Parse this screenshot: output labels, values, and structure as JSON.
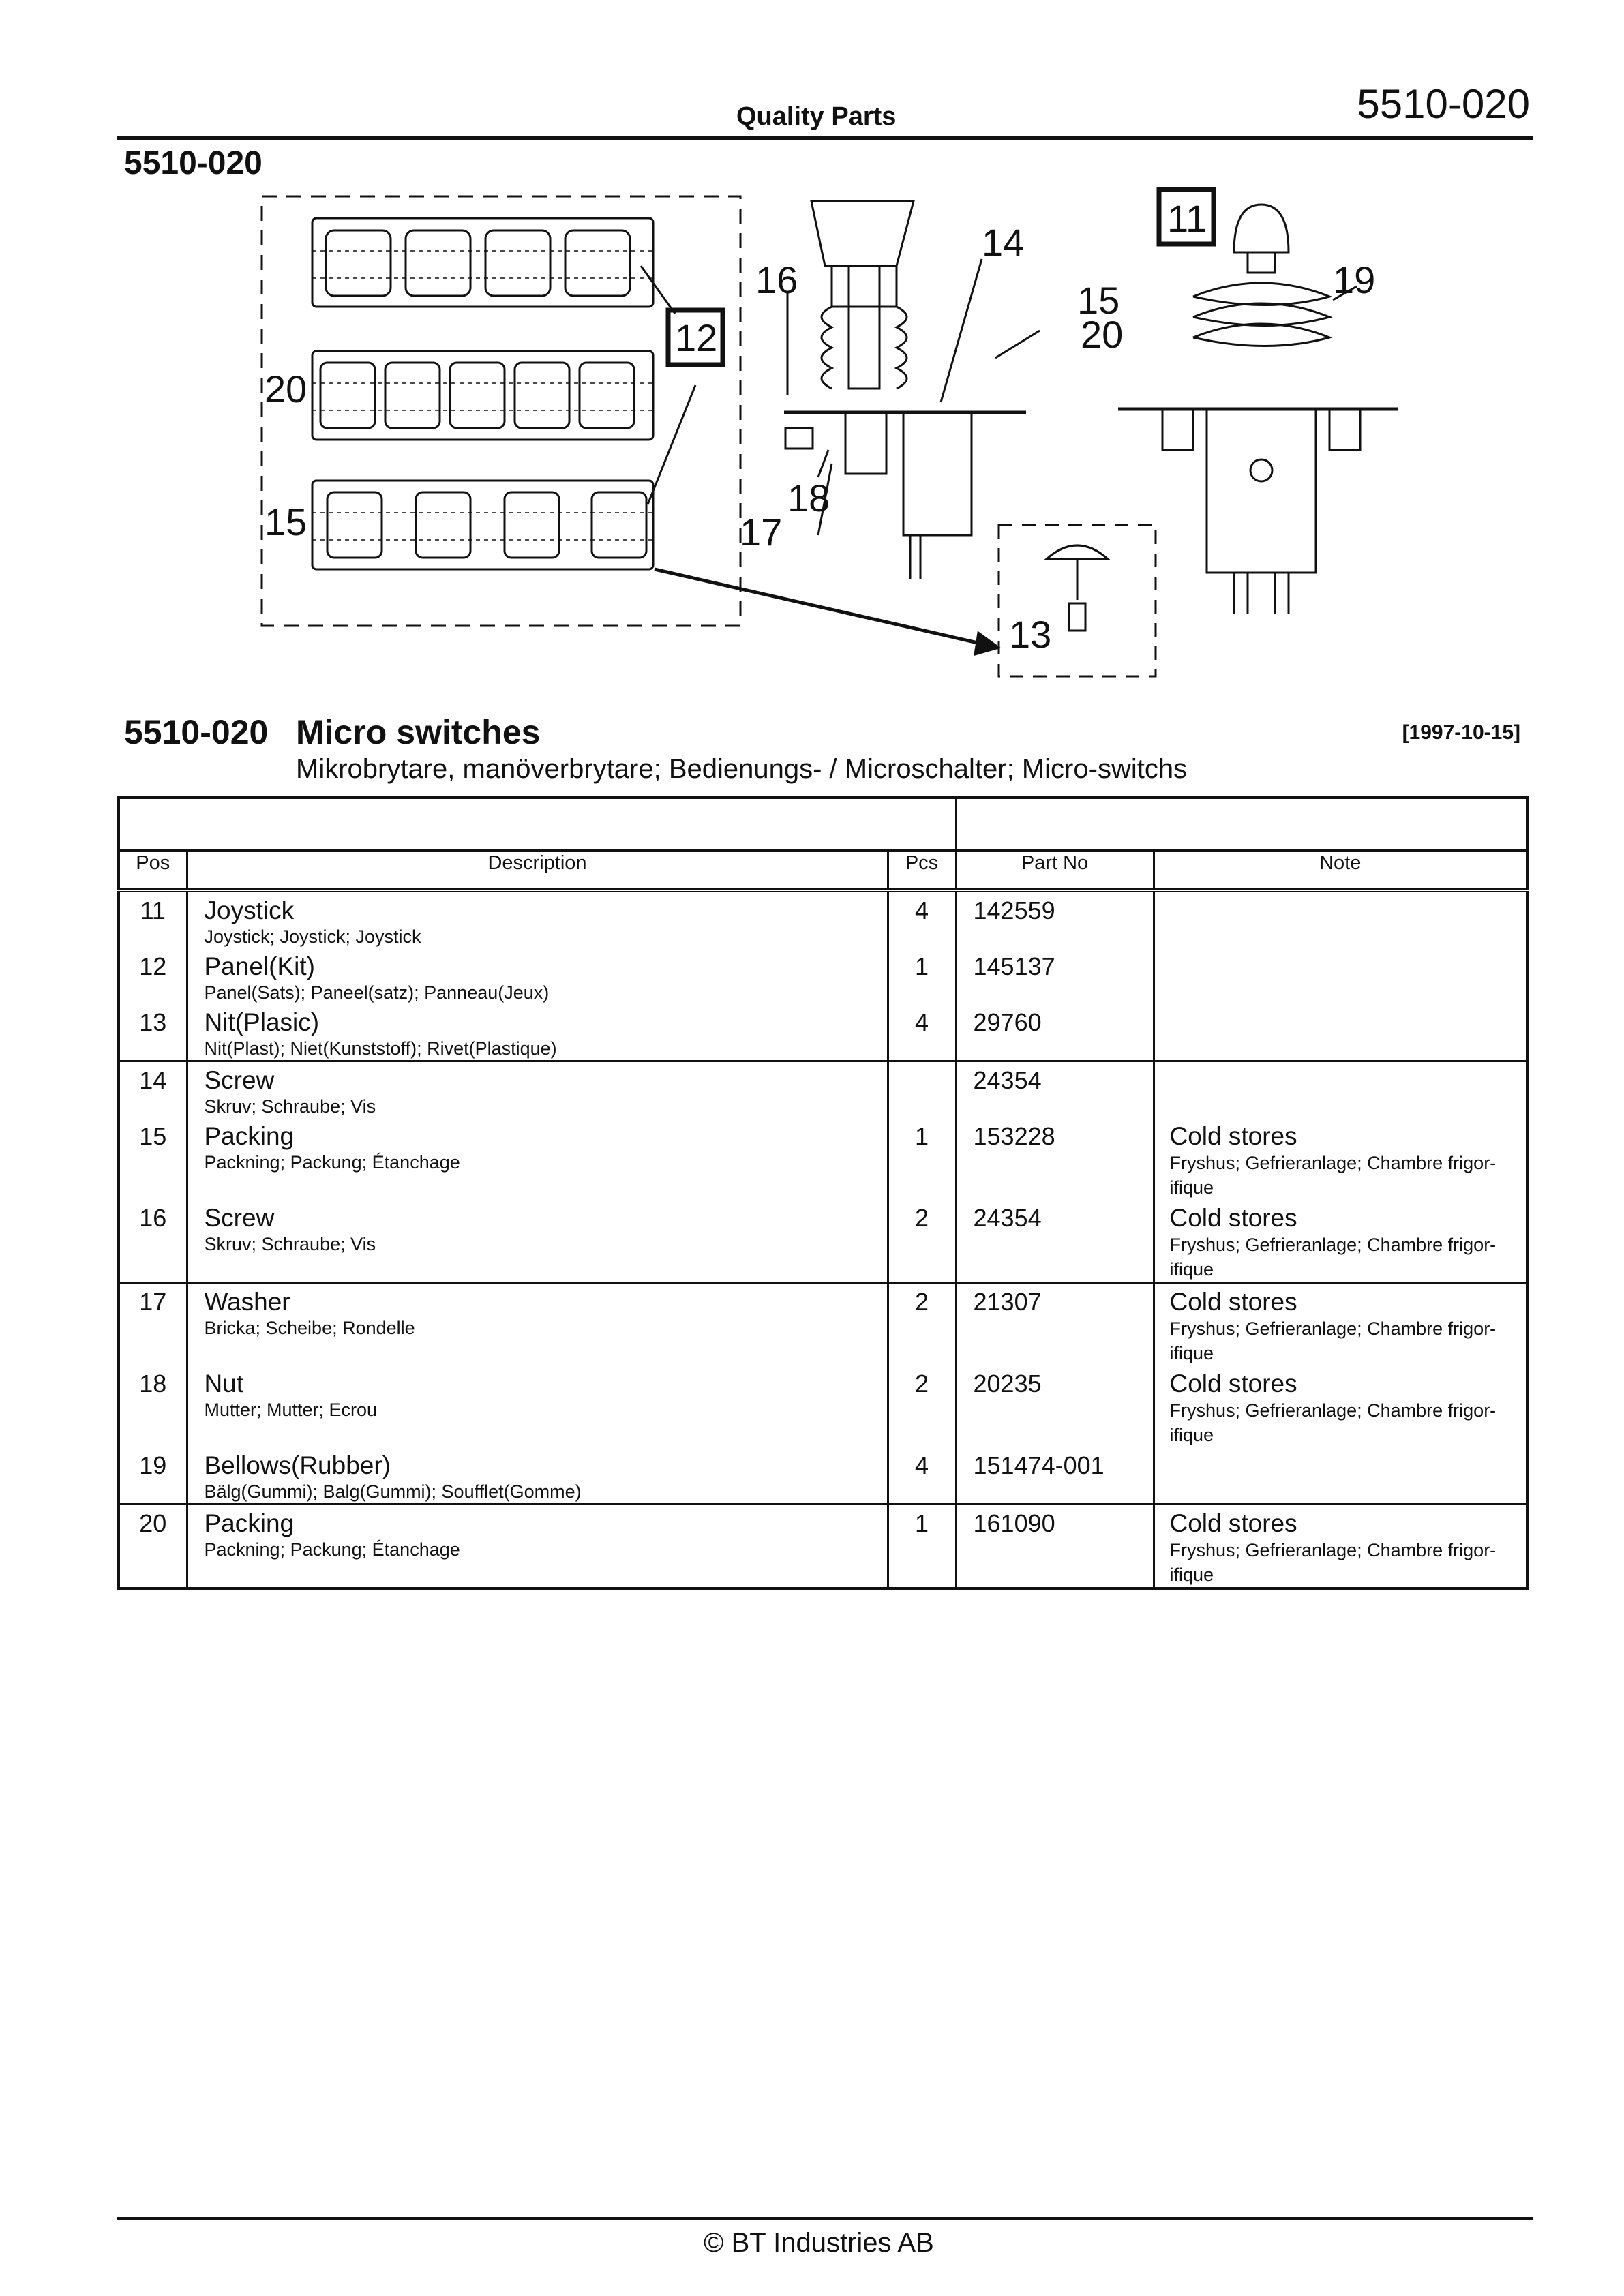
{
  "header": {
    "center_title": "Quality Parts",
    "page_code_right": "5510-020",
    "page_code_left": "5510-020"
  },
  "diagram": {
    "callouts": [
      "11",
      "12",
      "13",
      "14",
      "15",
      "16",
      "17",
      "18",
      "19",
      "20",
      "20",
      "15"
    ]
  },
  "section": {
    "code": "5510-020",
    "title": "Micro switches",
    "date": "[1997-10-15]",
    "subtitle": "Mikrobrytare, manöverbrytare; Bedienungs- / Microschalter; Micro-switchs"
  },
  "table": {
    "headers": {
      "pos": "Pos",
      "description": "Description",
      "pcs": "Pcs",
      "part_no": "Part No",
      "note": "Note"
    },
    "rows": [
      {
        "pos": "11",
        "desc": "Joystick",
        "desc_sub": "Joystick; Joystick; Joystick",
        "pcs": "4",
        "part_no": "142559",
        "note": "",
        "note_sub": ""
      },
      {
        "pos": "12",
        "desc": "Panel(Kit)",
        "desc_sub": "Panel(Sats); Paneel(satz); Panneau(Jeux)",
        "pcs": "1",
        "part_no": "145137",
        "note": "",
        "note_sub": ""
      },
      {
        "pos": "13",
        "desc": "Nit(Plasic)",
        "desc_sub": "Nit(Plast); Niet(Kunststoff); Rivet(Plastique)",
        "pcs": "4",
        "part_no": "29760",
        "note": "",
        "note_sub": ""
      },
      {
        "pos": "14",
        "desc": "Screw",
        "desc_sub": "Skruv; Schraube; Vis",
        "pcs": "",
        "part_no": "24354",
        "note": "",
        "note_sub": ""
      },
      {
        "pos": "15",
        "desc": "Packing",
        "desc_sub": "Packning; Packung; Étanchage",
        "pcs": "1",
        "part_no": "153228",
        "note": "Cold stores",
        "note_sub": "Fryshus; Gefrieranlage; Chambre frigor-ifique"
      },
      {
        "pos": "16",
        "desc": "Screw",
        "desc_sub": "Skruv; Schraube; Vis",
        "pcs": "2",
        "part_no": "24354",
        "note": "Cold stores",
        "note_sub": "Fryshus; Gefrieranlage; Chambre frigor-ifique"
      },
      {
        "pos": "17",
        "desc": "Washer",
        "desc_sub": "Bricka; Scheibe; Rondelle",
        "pcs": "2",
        "part_no": "21307",
        "note": "Cold stores",
        "note_sub": "Fryshus; Gefrieranlage; Chambre frigor-ifique"
      },
      {
        "pos": "18",
        "desc": "Nut",
        "desc_sub": "Mutter; Mutter; Ecrou",
        "pcs": "2",
        "part_no": "20235",
        "note": "Cold stores",
        "note_sub": "Fryshus; Gefrieranlage; Chambre frigor-ifique"
      },
      {
        "pos": "19",
        "desc": "Bellows(Rubber)",
        "desc_sub": "Bälg(Gummi); Balg(Gummi); Soufflet(Gomme)",
        "pcs": "4",
        "part_no": "151474-001",
        "note": "",
        "note_sub": ""
      },
      {
        "pos": "20",
        "desc": "Packing",
        "desc_sub": "Packning; Packung; Étanchage",
        "pcs": "1",
        "part_no": "161090",
        "note": "Cold stores",
        "note_sub": "Fryshus; Gefrieranlage; Chambre frigor-ifique"
      }
    ]
  },
  "footer": {
    "copyright": "© BT Industries AB"
  }
}
